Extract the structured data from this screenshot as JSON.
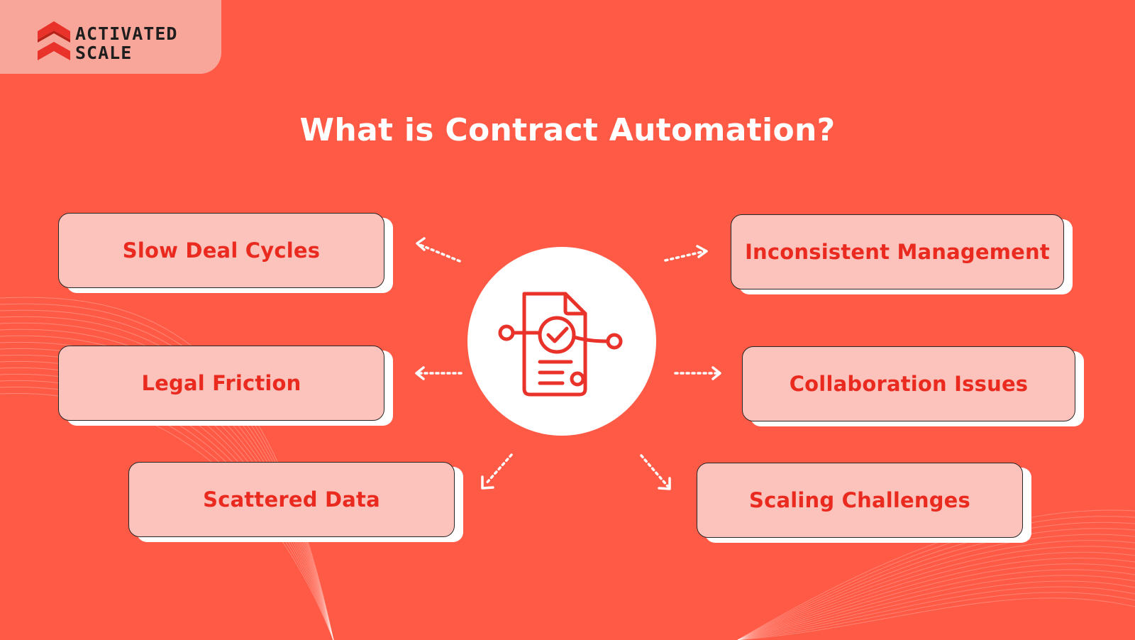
{
  "brand": {
    "line1": "ACTIVATED",
    "line2": "SCALE"
  },
  "title": "What is Contract Automation?",
  "center_icon": "contract-check-icon",
  "nodes": [
    {
      "label": "Slow Deal Cycles"
    },
    {
      "label": "Legal Friction"
    },
    {
      "label": "Scattered Data"
    },
    {
      "label": "Inconsistent Management"
    },
    {
      "label": "Collaboration Issues"
    },
    {
      "label": "Scaling Challenges"
    }
  ],
  "colors": {
    "background": "#ff5a45",
    "card_fill": "#fcc3bc",
    "card_text": "#ea2a1f",
    "accent": "#e8322a",
    "logo_panel": "#f8a69a"
  }
}
